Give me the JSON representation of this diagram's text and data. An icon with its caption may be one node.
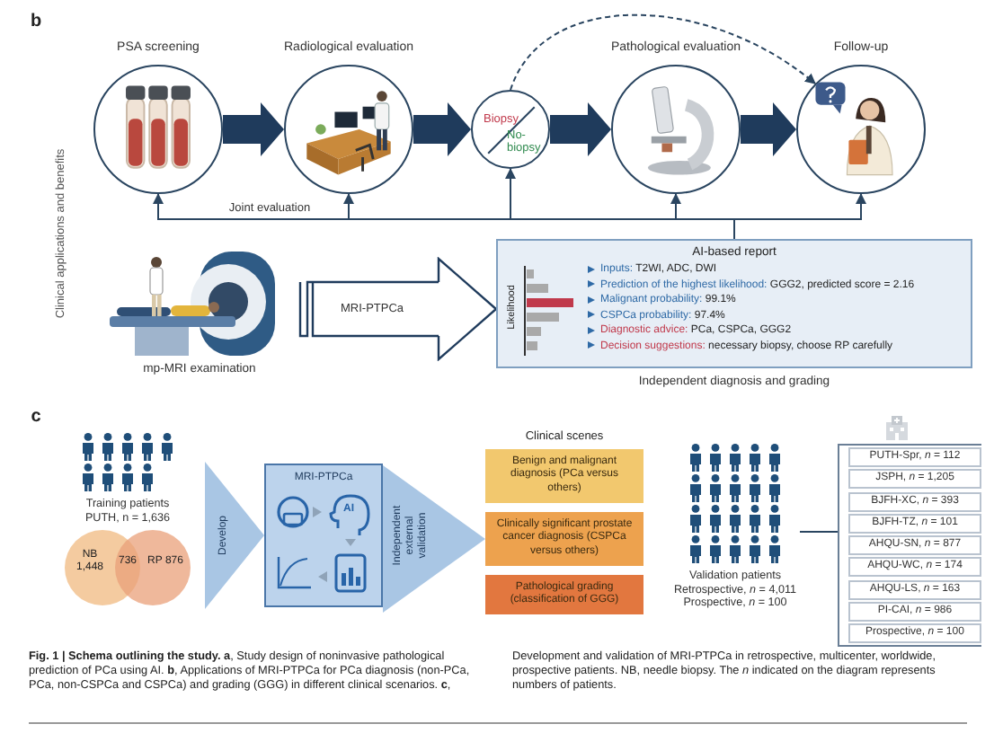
{
  "diagram": {
    "caption": "**Fig. 1 | Schema outlining the study. a**, Study design of noninvasive pathological prediction of PCa using AI. **b**, Applications of MRI-PTPCa for PCa diagnosis (non-PCa, PCa, non-CSPCa and CSPCa) and grading (GGG) in different clinical scenarios. **c**, Development and validation of MRI-PTPCa in retrospective, multicenter, worldwide, prospective patients. NB, needle biopsy. The *n* indicated on the diagram represents numbers of patients.",
    "nodes": [
      {
        "text": [
          "PSA screening"
        ]
      },
      {
        "text": [
          "Radiological evaluation"
        ]
      },
      {
        "text": [
          "Biopsy",
          "No-biopsy"
        ]
      },
      {
        "text": [
          "Pathological evaluation"
        ]
      },
      {
        "text": [
          "Follow-up"
        ]
      },
      {
        "text": [
          "AI-based report",
          "Inputs: T2WI, ADC, DWI",
          "Prediction of the highest likelihood: GGG2, predicted score = 2.16",
          "Malignant probability: 99.1%",
          "CSPCa probability: 97.4%",
          "Diagnostic advice: PCa, CSPCa, GGG2",
          "Decision suggestions: necessary biopsy, choose RP carefully"
        ],
        "beside": [
          "Independent diagnosis and grading"
        ]
      },
      {
        "text": [
          "mp-MRI examination"
        ]
      },
      {
        "text": [
          "Training patients PUTH, n = 1,636"
        ]
      },
      {
        "text": [
          "MRI-PTPCa"
        ]
      },
      {
        "text": [
          "Benign and malignant diagnosis (PCa versus others)"
        ]
      },
      {
        "text": [
          "Clinically significant prostate cancer diagnosis (CSPCa versus others)"
        ]
      },
      {
        "text": [
          "Pathological grading (classification of GGG)"
        ]
      },
      {
        "text": [
          "Validation patients",
          "Retrospective, *n* = 4,011",
          "Prospective, *n* = 100"
        ]
      },
      {
        "text": [],
        "shape": "bracket"
      },
      {
        "text": [
          "PUTH-Spr, *n* = 112"
        ],
        "in": 13
      },
      {
        "text": [
          "JSPH, *n* = 1,205"
        ],
        "in": 13
      },
      {
        "text": [
          "BJFH-XC, *n* = 393"
        ],
        "in": 13
      },
      {
        "text": [
          "BJFH-TZ, *n* = 101"
        ],
        "in": 13
      },
      {
        "text": [
          "AHQU-SN, *n* = 877"
        ],
        "in": 13
      },
      {
        "text": [
          "AHQU-WC, *n* = 174"
        ],
        "in": 13
      },
      {
        "text": [
          "AHQU-LS, *n* = 163"
        ],
        "in": 13
      },
      {
        "text": [
          "PI-CAI, *n* = 986"
        ],
        "in": 13
      },
      {
        "text": [
          "Prospective, *n* = 100"
        ],
        "in": 13
      }
    ],
    "edges": [
      {
        "from": 0,
        "to": 1,
        "arrow": "to",
        "style": "thick"
      },
      {
        "from": 1,
        "to": 2,
        "arrow": "to",
        "style": "thick"
      },
      {
        "from": 2,
        "to": 3,
        "arrow": "to",
        "style": "thick"
      },
      {
        "from": 3,
        "to": 4,
        "arrow": "to",
        "style": "thick"
      },
      {
        "from": 2,
        "to": 4,
        "arrow": "to",
        "style": "dashed"
      },
      {
        "from": 5,
        "to": 0,
        "arrow": "to",
        "label": "Joint evaluation"
      },
      {
        "from": 5,
        "to": 1,
        "arrow": "to"
      },
      {
        "from": 5,
        "to": 2,
        "arrow": "to"
      },
      {
        "from": 5,
        "to": 3,
        "arrow": "to"
      },
      {
        "from": 5,
        "to": 4,
        "arrow": "to"
      },
      {
        "from": 6,
        "to": 5,
        "arrow": "to",
        "label": "MRI-PTPCa"
      },
      {
        "from": 7,
        "to": 8,
        "arrow": "to",
        "style": "thick",
        "label": "Develop",
        "color": "#a9c6e4"
      },
      {
        "from": 8,
        "to": 10,
        "arrow": "to",
        "style": "thick",
        "label": "Independent external validation",
        "color": "#a9c6e4"
      },
      {
        "from": 12,
        "to": 13,
        "arrow": "none"
      }
    ],
    "labels": [
      "b",
      "Clinical applications and benefits",
      "Likelihood",
      "c",
      "Clinical scenes",
      "NB 1,448",
      "736",
      "RP 876",
      "AI"
    ]
  }
}
